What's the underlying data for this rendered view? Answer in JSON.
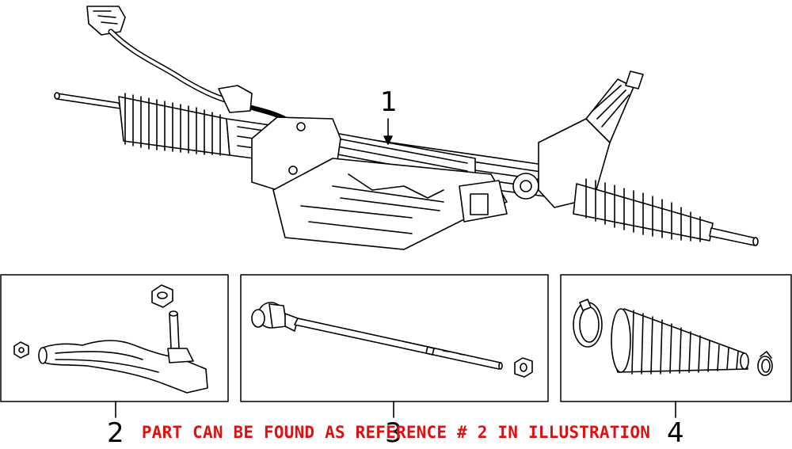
{
  "callouts": {
    "c1": "1",
    "c2": "2",
    "c3": "3",
    "c4": "4"
  },
  "notice": "PART CAN BE FOUND AS REFERENCE # 2 IN ILLUSTRATION",
  "colors": {
    "line": "#000000",
    "notice": "#e01010",
    "background": "#ffffff"
  },
  "panels": [
    {
      "part": "2",
      "icon": "tie-rod-end-icon"
    },
    {
      "part": "3",
      "icon": "inner-tie-rod-icon"
    },
    {
      "part": "4",
      "icon": "boot-kit-icon"
    }
  ]
}
